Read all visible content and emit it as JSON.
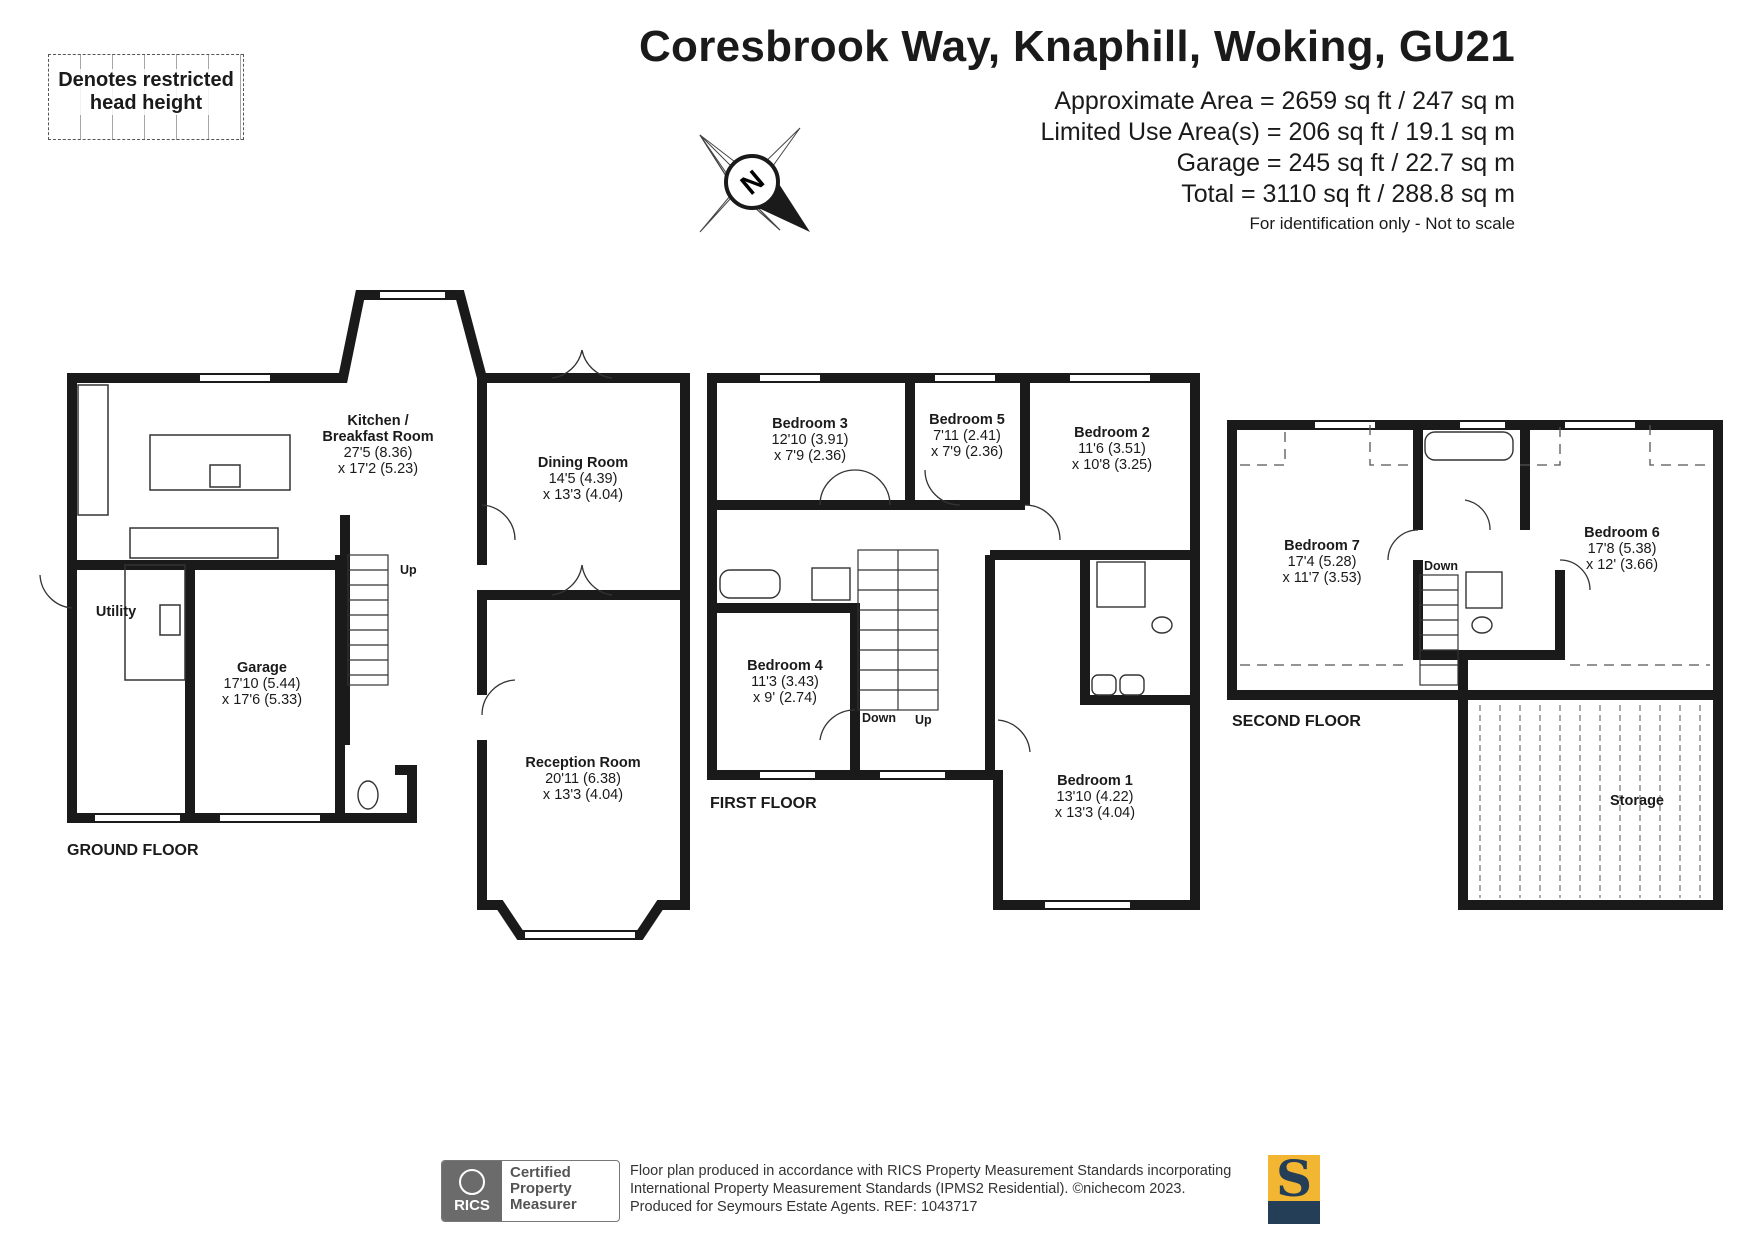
{
  "header": {
    "title": "Coresbrook Way, Knaphill, Woking, GU21",
    "areas": [
      "Approximate Area = 2659 sq ft / 247 sq m",
      "Limited Use Area(s) = 206 sq ft / 19.1 sq m",
      "Garage = 245 sq ft / 22.7 sq m",
      "Total = 3110 sq ft / 288.8 sq m"
    ],
    "note": "For identification only - Not to scale"
  },
  "legend": {
    "line1": "Denotes restricted",
    "line2": "head height"
  },
  "compass": {
    "label": "N"
  },
  "floors": {
    "ground": "GROUND FLOOR",
    "first": "FIRST FLOOR",
    "second": "SECOND FLOOR"
  },
  "rooms": {
    "kitchen": {
      "name1": "Kitchen /",
      "name2": "Breakfast Room",
      "dim1": "27'5 (8.36)",
      "dim2": "x 17'2 (5.23)"
    },
    "dining": {
      "name": "Dining Room",
      "dim1": "14'5 (4.39)",
      "dim2": "x 13'3 (4.04)"
    },
    "utility": {
      "name": "Utility"
    },
    "garage": {
      "name": "Garage",
      "dim1": "17'10 (5.44)",
      "dim2": "x 17'6 (5.33)"
    },
    "reception": {
      "name": "Reception Room",
      "dim1": "20'11 (6.38)",
      "dim2": "x 13'3 (4.04)"
    },
    "bedroom3": {
      "name": "Bedroom 3",
      "dim1": "12'10 (3.91)",
      "dim2": "x 7'9 (2.36)"
    },
    "bedroom5": {
      "name": "Bedroom 5",
      "dim1": "7'11 (2.41)",
      "dim2": "x 7'9 (2.36)"
    },
    "bedroom2": {
      "name": "Bedroom 2",
      "dim1": "11'6 (3.51)",
      "dim2": "x 10'8 (3.25)"
    },
    "bedroom4": {
      "name": "Bedroom 4",
      "dim1": "11'3 (3.43)",
      "dim2": "x 9' (2.74)"
    },
    "bedroom1": {
      "name": "Bedroom 1",
      "dim1": "13'10 (4.22)",
      "dim2": "x 13'3 (4.04)"
    },
    "bedroom7": {
      "name": "Bedroom 7",
      "dim1": "17'4 (5.28)",
      "dim2": "x 11'7 (3.53)"
    },
    "bedroom6": {
      "name": "Bedroom 6",
      "dim1": "17'8 (5.38)",
      "dim2": "x 12' (3.66)"
    },
    "storage": {
      "name": "Storage"
    }
  },
  "stairs": {
    "up": "Up",
    "down": "Down"
  },
  "footer": {
    "line1": "Floor plan produced in accordance with RICS Property Measurement Standards incorporating",
    "line2": "International Property Measurement Standards (IPMS2 Residential).   ©nichecom 2023.",
    "line3": "Produced for Seymours Estate Agents.   REF:  1043717",
    "rics_badge": "RICS",
    "cert1": "Certified",
    "cert2": "Property",
    "cert3": "Measurer",
    "logo_letter": "S"
  },
  "colors": {
    "wall": "#1a1a1a",
    "brand_yellow": "#f3b632",
    "brand_navy": "#243e57"
  }
}
